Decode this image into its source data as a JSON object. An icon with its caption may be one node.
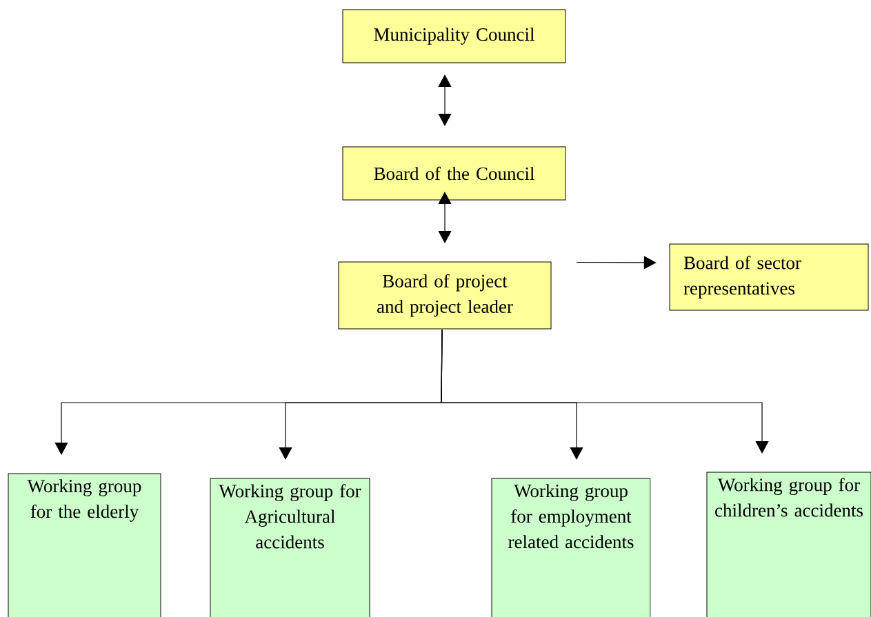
{
  "diagram": {
    "nodes": [
      {
        "text": [
          "Municipality Council"
        ]
      },
      {
        "text": [
          "Board of the Council"
        ]
      },
      {
        "text": [
          "Board of project and project leader"
        ]
      },
      {
        "text": [
          "Board of sector representatives"
        ]
      },
      {
        "text": [
          "Working group for the elderly"
        ]
      },
      {
        "text": [
          "Working group for Agricultural accidents"
        ]
      },
      {
        "text": [
          "Working group for employment related accidents"
        ]
      },
      {
        "text": [
          "Working group for children’s accidents"
        ]
      }
    ],
    "edges": [
      {
        "from": 0,
        "to": 1,
        "arrow": "both"
      },
      {
        "from": 1,
        "to": 2,
        "arrow": "both"
      },
      {
        "from": 2,
        "to": 3,
        "arrow": "to"
      },
      {
        "from": 2,
        "to": 4,
        "arrow": "to"
      },
      {
        "from": 2,
        "to": 5,
        "arrow": "to"
      },
      {
        "from": 2,
        "to": 6,
        "arrow": "to"
      },
      {
        "from": 2,
        "to": 7,
        "arrow": "to"
      }
    ]
  }
}
